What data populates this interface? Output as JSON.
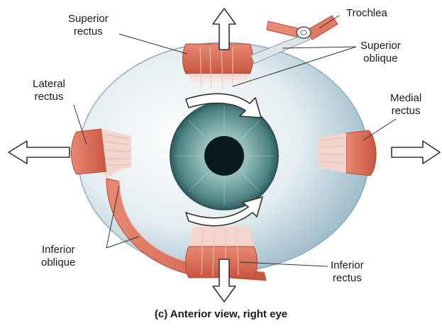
{
  "labels": {
    "superior_rectus": [
      "Superior",
      "rectus"
    ],
    "trochlea": "Trochlea",
    "superior_oblique": [
      "Superior",
      "oblique"
    ],
    "lateral_rectus": [
      "Lateral",
      "rectus"
    ],
    "medial_rectus": [
      "Medial",
      "rectus"
    ],
    "inferior_oblique": [
      "Inferior",
      "oblique"
    ],
    "inferior_rectus": [
      "Inferior",
      "rectus"
    ]
  },
  "caption": "(c) Anterior view, right eye",
  "colors": {
    "sclera_light": "#eef3f6",
    "sclera_shadow": "#8fb2c2",
    "iris_outer": "#3e6f73",
    "iris_inner": "#9cc3c0",
    "pupil": "#0b1a1f",
    "muscle": "#e07a65",
    "muscle_dark": "#c4553f",
    "tendon": "#f4efea"
  }
}
